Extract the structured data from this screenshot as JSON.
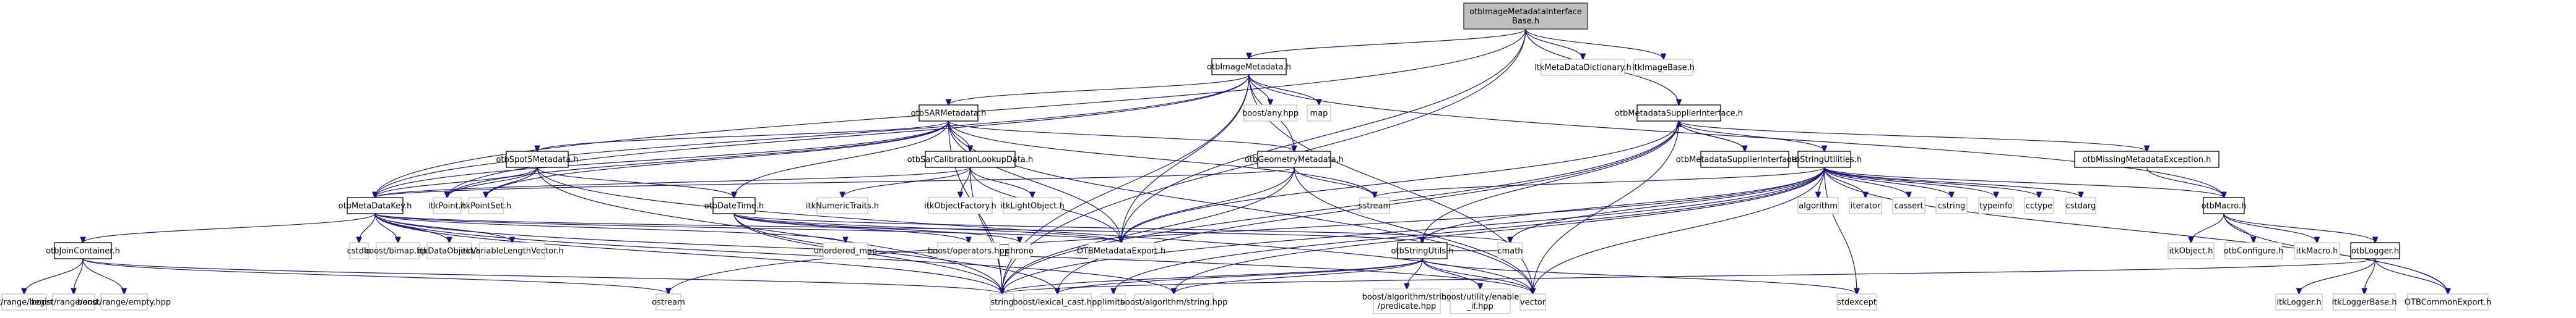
{
  "title": "otbImageMetadataInterfaceBase.h include dependency graph",
  "colors": {
    "edge": "#191970",
    "root_fill": "#bfbfbf",
    "root_border": "#404040",
    "documented_border": "#000000",
    "external_border": "#bfbfbf",
    "node_fill": "#ffffff"
  },
  "nodes": [
    {
      "id": "root",
      "label": [
        "otbImageMetadataInterface",
        "Base.h"
      ],
      "kind": "root"
    },
    {
      "id": "itkMetaDataDictionary",
      "label": [
        "itkMetaDataDictionary.h"
      ],
      "kind": "external"
    },
    {
      "id": "itkImageBase",
      "label": [
        "itkImageBase.h"
      ],
      "kind": "external"
    },
    {
      "id": "otbImageMetadata",
      "label": [
        "otbImageMetadata.h"
      ],
      "kind": "documented"
    },
    {
      "id": "boostAny",
      "label": [
        "boost/any.hpp"
      ],
      "kind": "external"
    },
    {
      "id": "map",
      "label": [
        "map"
      ],
      "kind": "external"
    },
    {
      "id": "otbSARMetadata",
      "label": [
        "otbSARMetadata.h"
      ],
      "kind": "documented"
    },
    {
      "id": "otbMetadataSupplierInterface",
      "label": [
        "otbMetadataSupplierInterface.h"
      ],
      "kind": "documented"
    },
    {
      "id": "otbSpot5Metadata",
      "label": [
        "otbSpot5Metadata.h"
      ],
      "kind": "documented"
    },
    {
      "id": "otbSarCalibrationLookupData",
      "label": [
        "otbSarCalibrationLookupData.h"
      ],
      "kind": "documented"
    },
    {
      "id": "otbGeometryMetadata",
      "label": [
        "otbGeometryMetadata.h"
      ],
      "kind": "documented"
    },
    {
      "id": "otbMetadataSupplierInterfaceHxx",
      "label": [
        "otbMetadataSupplierInterface.hxx"
      ],
      "kind": "documented"
    },
    {
      "id": "otbStringUtilities",
      "label": [
        "otbStringUtilities.h"
      ],
      "kind": "documented"
    },
    {
      "id": "otbMissingMetadataException",
      "label": [
        "otbMissingMetadataException.h"
      ],
      "kind": "documented"
    },
    {
      "id": "otbMetaDataKey",
      "label": [
        "otbMetaDataKey.h"
      ],
      "kind": "documented"
    },
    {
      "id": "itkPoint",
      "label": [
        "itkPoint.h"
      ],
      "kind": "external"
    },
    {
      "id": "itkPointSet",
      "label": [
        "itkPointSet.h"
      ],
      "kind": "external"
    },
    {
      "id": "otbDateTime",
      "label": [
        "otbDateTime.h"
      ],
      "kind": "documented"
    },
    {
      "id": "itkNumericTraits",
      "label": [
        "itkNumericTraits.h"
      ],
      "kind": "external"
    },
    {
      "id": "itkObjectFactory",
      "label": [
        "itkObjectFactory.h"
      ],
      "kind": "external"
    },
    {
      "id": "itkLightObject",
      "label": [
        "itkLightObject.h"
      ],
      "kind": "external"
    },
    {
      "id": "sstream",
      "label": [
        "sstream"
      ],
      "kind": "external"
    },
    {
      "id": "algorithm",
      "label": [
        "algorithm"
      ],
      "kind": "external"
    },
    {
      "id": "iterator",
      "label": [
        "iterator"
      ],
      "kind": "external"
    },
    {
      "id": "cassert",
      "label": [
        "cassert"
      ],
      "kind": "external"
    },
    {
      "id": "cstring",
      "label": [
        "cstring"
      ],
      "kind": "external"
    },
    {
      "id": "typeinfo",
      "label": [
        "typeinfo"
      ],
      "kind": "external"
    },
    {
      "id": "cctype",
      "label": [
        "cctype"
      ],
      "kind": "external"
    },
    {
      "id": "cstdarg",
      "label": [
        "cstdarg"
      ],
      "kind": "external"
    },
    {
      "id": "otbMacro",
      "label": [
        "otbMacro.h"
      ],
      "kind": "documented"
    },
    {
      "id": "otbJoinContainer",
      "label": [
        "otbJoinContainer.h"
      ],
      "kind": "documented"
    },
    {
      "id": "cstdio",
      "label": [
        "cstdio"
      ],
      "kind": "external"
    },
    {
      "id": "boostBimap",
      "label": [
        "boost/bimap.hpp"
      ],
      "kind": "external"
    },
    {
      "id": "itkDataObject",
      "label": [
        "itkDataObject.h"
      ],
      "kind": "external"
    },
    {
      "id": "itkVariableLengthVector",
      "label": [
        "itkVariableLengthVector.h"
      ],
      "kind": "external"
    },
    {
      "id": "unorderedMap",
      "label": [
        "unordered_map"
      ],
      "kind": "external"
    },
    {
      "id": "boostOperators",
      "label": [
        "boost/operators.hpp"
      ],
      "kind": "external"
    },
    {
      "id": "chrono",
      "label": [
        "chrono"
      ],
      "kind": "external"
    },
    {
      "id": "OTBMetadataExport",
      "label": [
        "OTBMetadataExport.h"
      ],
      "kind": "external"
    },
    {
      "id": "otbStringUtils",
      "label": [
        "otbStringUtils.h"
      ],
      "kind": "documented"
    },
    {
      "id": "cmath",
      "label": [
        "cmath"
      ],
      "kind": "external"
    },
    {
      "id": "itkObject",
      "label": [
        "itkObject.h"
      ],
      "kind": "external"
    },
    {
      "id": "otbConfigure",
      "label": [
        "otbConfigure.h"
      ],
      "kind": "external"
    },
    {
      "id": "itkMacro",
      "label": [
        "itkMacro.h"
      ],
      "kind": "external"
    },
    {
      "id": "otbLogger",
      "label": [
        "otbLogger.h"
      ],
      "kind": "documented"
    },
    {
      "id": "boostRangeBegin",
      "label": [
        "boost/range/begin.hpp"
      ],
      "kind": "external"
    },
    {
      "id": "boostRangeEnd",
      "label": [
        "boost/range/end.hpp"
      ],
      "kind": "external"
    },
    {
      "id": "boostRangeEmpty",
      "label": [
        "boost/range/empty.hpp"
      ],
      "kind": "external"
    },
    {
      "id": "ostream",
      "label": [
        "ostream"
      ],
      "kind": "external"
    },
    {
      "id": "string",
      "label": [
        "string"
      ],
      "kind": "external"
    },
    {
      "id": "boostLexicalCast",
      "label": [
        "boost/lexical_cast.hpp"
      ],
      "kind": "external"
    },
    {
      "id": "limits",
      "label": [
        "limits"
      ],
      "kind": "external"
    },
    {
      "id": "boostAlgorithmString",
      "label": [
        "boost/algorithm/string.hpp"
      ],
      "kind": "external"
    },
    {
      "id": "boostAlgorithmStringPredicate",
      "label": [
        "boost/algorithm/string",
        "/predicate.hpp"
      ],
      "kind": "external"
    },
    {
      "id": "boostUtilityEnableIf",
      "label": [
        "boost/utility/enable",
        "_if.hpp"
      ],
      "kind": "external"
    },
    {
      "id": "vector",
      "label": [
        "vector"
      ],
      "kind": "external"
    },
    {
      "id": "stdexcept",
      "label": [
        "stdexcept"
      ],
      "kind": "external"
    },
    {
      "id": "itkLogger",
      "label": [
        "itkLogger.h"
      ],
      "kind": "external"
    },
    {
      "id": "itkLoggerBase",
      "label": [
        "itkLoggerBase.h"
      ],
      "kind": "external"
    },
    {
      "id": "OTBCommonExport",
      "label": [
        "OTBCommonExport.h"
      ],
      "kind": "external"
    }
  ],
  "edges": [
    [
      "root",
      "otbImageMetadata"
    ],
    [
      "root",
      "itkMetaDataDictionary"
    ],
    [
      "root",
      "itkImageBase"
    ],
    [
      "root",
      "otbMetadataSupplierInterface"
    ],
    [
      "root",
      "otbMetaDataKey"
    ],
    [
      "root",
      "string"
    ],
    [
      "root",
      "OTBMetadataExport"
    ],
    [
      "otbImageMetadata",
      "otbSARMetadata"
    ],
    [
      "otbImageMetadata",
      "boostAny"
    ],
    [
      "otbImageMetadata",
      "map"
    ],
    [
      "otbImageMetadata",
      "otbGeometryMetadata"
    ],
    [
      "otbImageMetadata",
      "otbMetaDataKey"
    ],
    [
      "otbImageMetadata",
      "otbMacro"
    ],
    [
      "otbImageMetadata",
      "vector"
    ],
    [
      "otbImageMetadata",
      "OTBMetadataExport"
    ],
    [
      "otbImageMetadata",
      "string"
    ],
    [
      "otbImageMetadata",
      "itkPoint"
    ],
    [
      "otbSARMetadata",
      "otbSpot5Metadata"
    ],
    [
      "otbSARMetadata",
      "otbSarCalibrationLookupData"
    ],
    [
      "otbSARMetadata",
      "otbMetaDataKey"
    ],
    [
      "otbSARMetadata",
      "otbDateTime"
    ],
    [
      "otbSARMetadata",
      "itkPoint"
    ],
    [
      "otbSARMetadata",
      "itkPointSet"
    ],
    [
      "otbSARMetadata",
      "sstream"
    ],
    [
      "otbSARMetadata",
      "OTBMetadataExport"
    ],
    [
      "otbSARMetadata",
      "otbGeometryMetadata"
    ],
    [
      "otbSARMetadata",
      "vector"
    ],
    [
      "otbSARMetadata",
      "string"
    ],
    [
      "otbSpot5Metadata",
      "otbMetaDataKey"
    ],
    [
      "otbSpot5Metadata",
      "itkPoint"
    ],
    [
      "otbSpot5Metadata",
      "itkPointSet"
    ],
    [
      "otbSpot5Metadata",
      "otbDateTime"
    ],
    [
      "otbSpot5Metadata",
      "string"
    ],
    [
      "otbSpot5Metadata",
      "vector"
    ],
    [
      "otbSarCalibrationLookupData",
      "itkNumericTraits"
    ],
    [
      "otbSarCalibrationLookupData",
      "itkObjectFactory"
    ],
    [
      "otbSarCalibrationLookupData",
      "itkLightObject"
    ],
    [
      "otbSarCalibrationLookupData",
      "OTBMetadataExport"
    ],
    [
      "otbSarCalibrationLookupData",
      "otbMetaDataKey"
    ],
    [
      "otbSarCalibrationLookupData",
      "string"
    ],
    [
      "otbGeometryMetadata",
      "otbMetaDataKey"
    ],
    [
      "otbGeometryMetadata",
      "sstream"
    ],
    [
      "otbGeometryMetadata",
      "OTBMetadataExport"
    ],
    [
      "otbGeometryMetadata",
      "string"
    ],
    [
      "otbGeometryMetadata",
      "vector"
    ],
    [
      "otbMetadataSupplierInterface",
      "otbMetadataSupplierInterfaceHxx"
    ],
    [
      "otbMetadataSupplierInterfaceHxx",
      "otbMetadataSupplierInterface"
    ],
    [
      "otbMetadataSupplierInterface",
      "otbStringUtilities"
    ],
    [
      "otbMetadataSupplierInterface",
      "otbMissingMetadataException"
    ],
    [
      "otbMetadataSupplierInterface",
      "OTBMetadataExport"
    ],
    [
      "otbMetadataSupplierInterface",
      "otbStringUtils"
    ],
    [
      "otbMetadataSupplierInterface",
      "string"
    ],
    [
      "otbMetadataSupplierInterface",
      "vector"
    ],
    [
      "otbMetadataSupplierInterface",
      "boostLexicalCast"
    ],
    [
      "otbStringUtilities",
      "algorithm"
    ],
    [
      "otbStringUtilities",
      "iterator"
    ],
    [
      "otbStringUtilities",
      "cassert"
    ],
    [
      "otbStringUtilities",
      "cstring"
    ],
    [
      "otbStringUtilities",
      "typeinfo"
    ],
    [
      "otbStringUtilities",
      "cctype"
    ],
    [
      "otbStringUtilities",
      "cstdarg"
    ],
    [
      "otbStringUtilities",
      "otbMacro"
    ],
    [
      "otbStringUtilities",
      "sstream"
    ],
    [
      "otbStringUtilities",
      "stdexcept"
    ],
    [
      "otbStringUtilities",
      "OTBCommonExport"
    ],
    [
      "otbStringUtilities",
      "string"
    ],
    [
      "otbStringUtilities",
      "vector"
    ],
    [
      "otbStringUtilities",
      "otbStringUtils"
    ],
    [
      "otbStringUtilities",
      "cmath"
    ],
    [
      "otbStringUtilities",
      "ostream"
    ],
    [
      "otbStringUtilities",
      "boostAlgorithmString"
    ],
    [
      "otbStringUtilities",
      "limits"
    ],
    [
      "otbMissingMetadataException",
      "otbMacro"
    ],
    [
      "otbMetaDataKey",
      "otbJoinContainer"
    ],
    [
      "otbMetaDataKey",
      "cstdio"
    ],
    [
      "otbMetaDataKey",
      "boostBimap"
    ],
    [
      "otbMetaDataKey",
      "itkDataObject"
    ],
    [
      "otbMetaDataKey",
      "itkVariableLengthVector"
    ],
    [
      "otbMetaDataKey",
      "unorderedMap"
    ],
    [
      "otbMetaDataKey",
      "OTBMetadataExport"
    ],
    [
      "otbMetaDataKey",
      "otbStringUtils"
    ],
    [
      "otbMetaDataKey",
      "string"
    ],
    [
      "otbMetaDataKey",
      "vector"
    ],
    [
      "otbMetaDataKey",
      "boostAlgorithmString"
    ],
    [
      "otbDateTime",
      "boostOperators"
    ],
    [
      "otbDateTime",
      "chrono"
    ],
    [
      "otbDateTime",
      "OTBMetadataExport"
    ],
    [
      "otbDateTime",
      "string"
    ],
    [
      "otbDateTime",
      "cmath"
    ],
    [
      "otbDateTime",
      "boostLexicalCast"
    ],
    [
      "otbStringUtils",
      "string"
    ],
    [
      "otbStringUtils",
      "boostLexicalCast"
    ],
    [
      "otbStringUtils",
      "boostAlgorithmString"
    ],
    [
      "otbStringUtils",
      "boostAlgorithmStringPredicate"
    ],
    [
      "otbStringUtils",
      "boostUtilityEnableIf"
    ],
    [
      "otbStringUtils",
      "vector"
    ],
    [
      "otbStringUtils",
      "stdexcept"
    ],
    [
      "otbStringUtils",
      "cmath"
    ],
    [
      "otbMacro",
      "itkObject"
    ],
    [
      "otbMacro",
      "otbConfigure"
    ],
    [
      "otbMacro",
      "itkMacro"
    ],
    [
      "otbMacro",
      "otbLogger"
    ],
    [
      "otbMacro",
      "OTBCommonExport"
    ],
    [
      "otbLogger",
      "itkLogger"
    ],
    [
      "otbLogger",
      "itkLoggerBase"
    ],
    [
      "otbLogger",
      "OTBCommonExport"
    ],
    [
      "otbLogger",
      "string"
    ],
    [
      "otbJoinContainer",
      "boostRangeBegin"
    ],
    [
      "otbJoinContainer",
      "boostRangeEnd"
    ],
    [
      "otbJoinContainer",
      "boostRangeEmpty"
    ],
    [
      "otbJoinContainer",
      "ostream"
    ],
    [
      "otbJoinContainer",
      "string"
    ]
  ]
}
